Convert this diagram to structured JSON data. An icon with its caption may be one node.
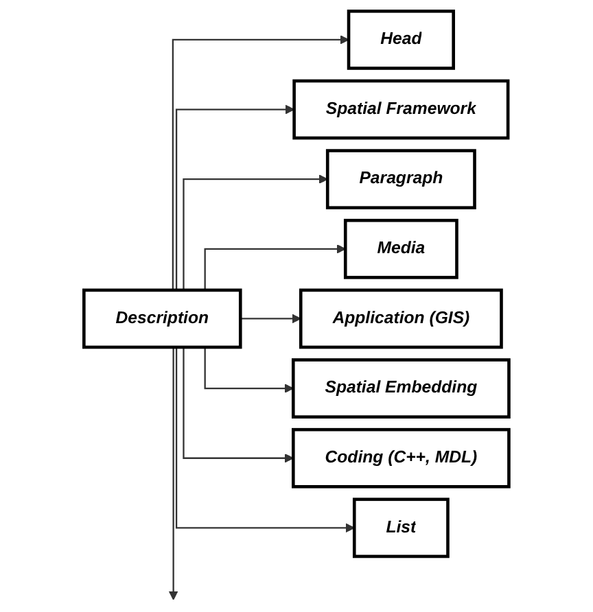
{
  "diagram": {
    "nodes": [
      {
        "text": [
          "Description"
        ]
      },
      {
        "text": [
          "Head"
        ]
      },
      {
        "text": [
          "Spatial Framework"
        ]
      },
      {
        "text": [
          "Paragraph"
        ]
      },
      {
        "text": [
          "Media"
        ]
      },
      {
        "text": [
          "Application (GIS)"
        ]
      },
      {
        "text": [
          "Spatial Embedding"
        ]
      },
      {
        "text": [
          "Coding (C++, MDL)"
        ]
      },
      {
        "text": [
          "List"
        ]
      }
    ],
    "edges": [
      {
        "from": 0,
        "to": 1,
        "arrow": "to"
      },
      {
        "from": 0,
        "to": 2,
        "arrow": "to"
      },
      {
        "from": 0,
        "to": 3,
        "arrow": "to"
      },
      {
        "from": 0,
        "to": 4,
        "arrow": "to"
      },
      {
        "from": 0,
        "to": 5,
        "arrow": "to"
      },
      {
        "from": 0,
        "to": 6,
        "arrow": "to"
      },
      {
        "from": 0,
        "to": 7,
        "arrow": "to"
      },
      {
        "from": 0,
        "to": 8,
        "arrow": "to"
      },
      {
        "from": 0,
        "to": null,
        "arrow": "to"
      }
    ]
  }
}
